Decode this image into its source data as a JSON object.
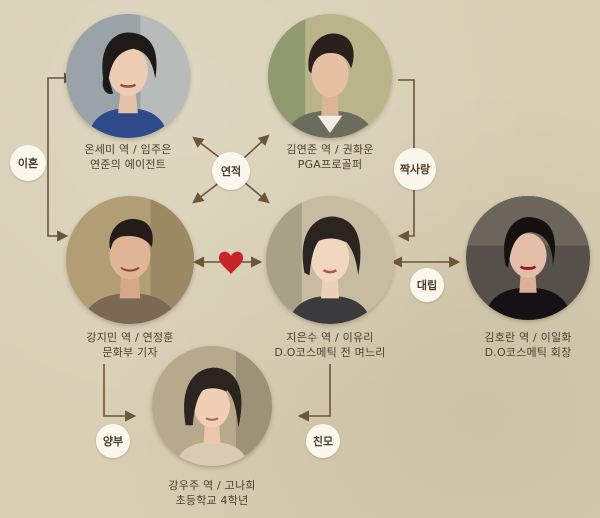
{
  "people": [
    {
      "id": "onsemi",
      "name_role": "온세미 역 / 임주은",
      "desc": "연준의 에이전트"
    },
    {
      "id": "kimyeonjun",
      "name_role": "김연준 역 / 권화운",
      "desc": "PGA프로골퍼"
    },
    {
      "id": "kangjimin",
      "name_role": "강지민 역 / 연정훈",
      "desc": "문화부 기자"
    },
    {
      "id": "jieunsu",
      "name_role": "지은수 역 / 이유리",
      "desc": "D.O코스메틱 전 며느리"
    },
    {
      "id": "kimhoran",
      "name_role": "김호란 역 / 이일화",
      "desc": "D.O코스메틱 회장"
    },
    {
      "id": "kangwoo",
      "name_role": "강우주 역 / 고나희",
      "desc": "초등학교 4학년"
    }
  ],
  "relations": {
    "divorce": "이혼",
    "rumor": "연적",
    "crush": "짝사랑",
    "conflict": "대립",
    "stepfather": "양부",
    "mother": "친모"
  },
  "colors": {
    "background": "#d8ceb4",
    "line": "#6b5638",
    "heart": "#c8242a",
    "tag_bg": "#fbf7ec"
  }
}
